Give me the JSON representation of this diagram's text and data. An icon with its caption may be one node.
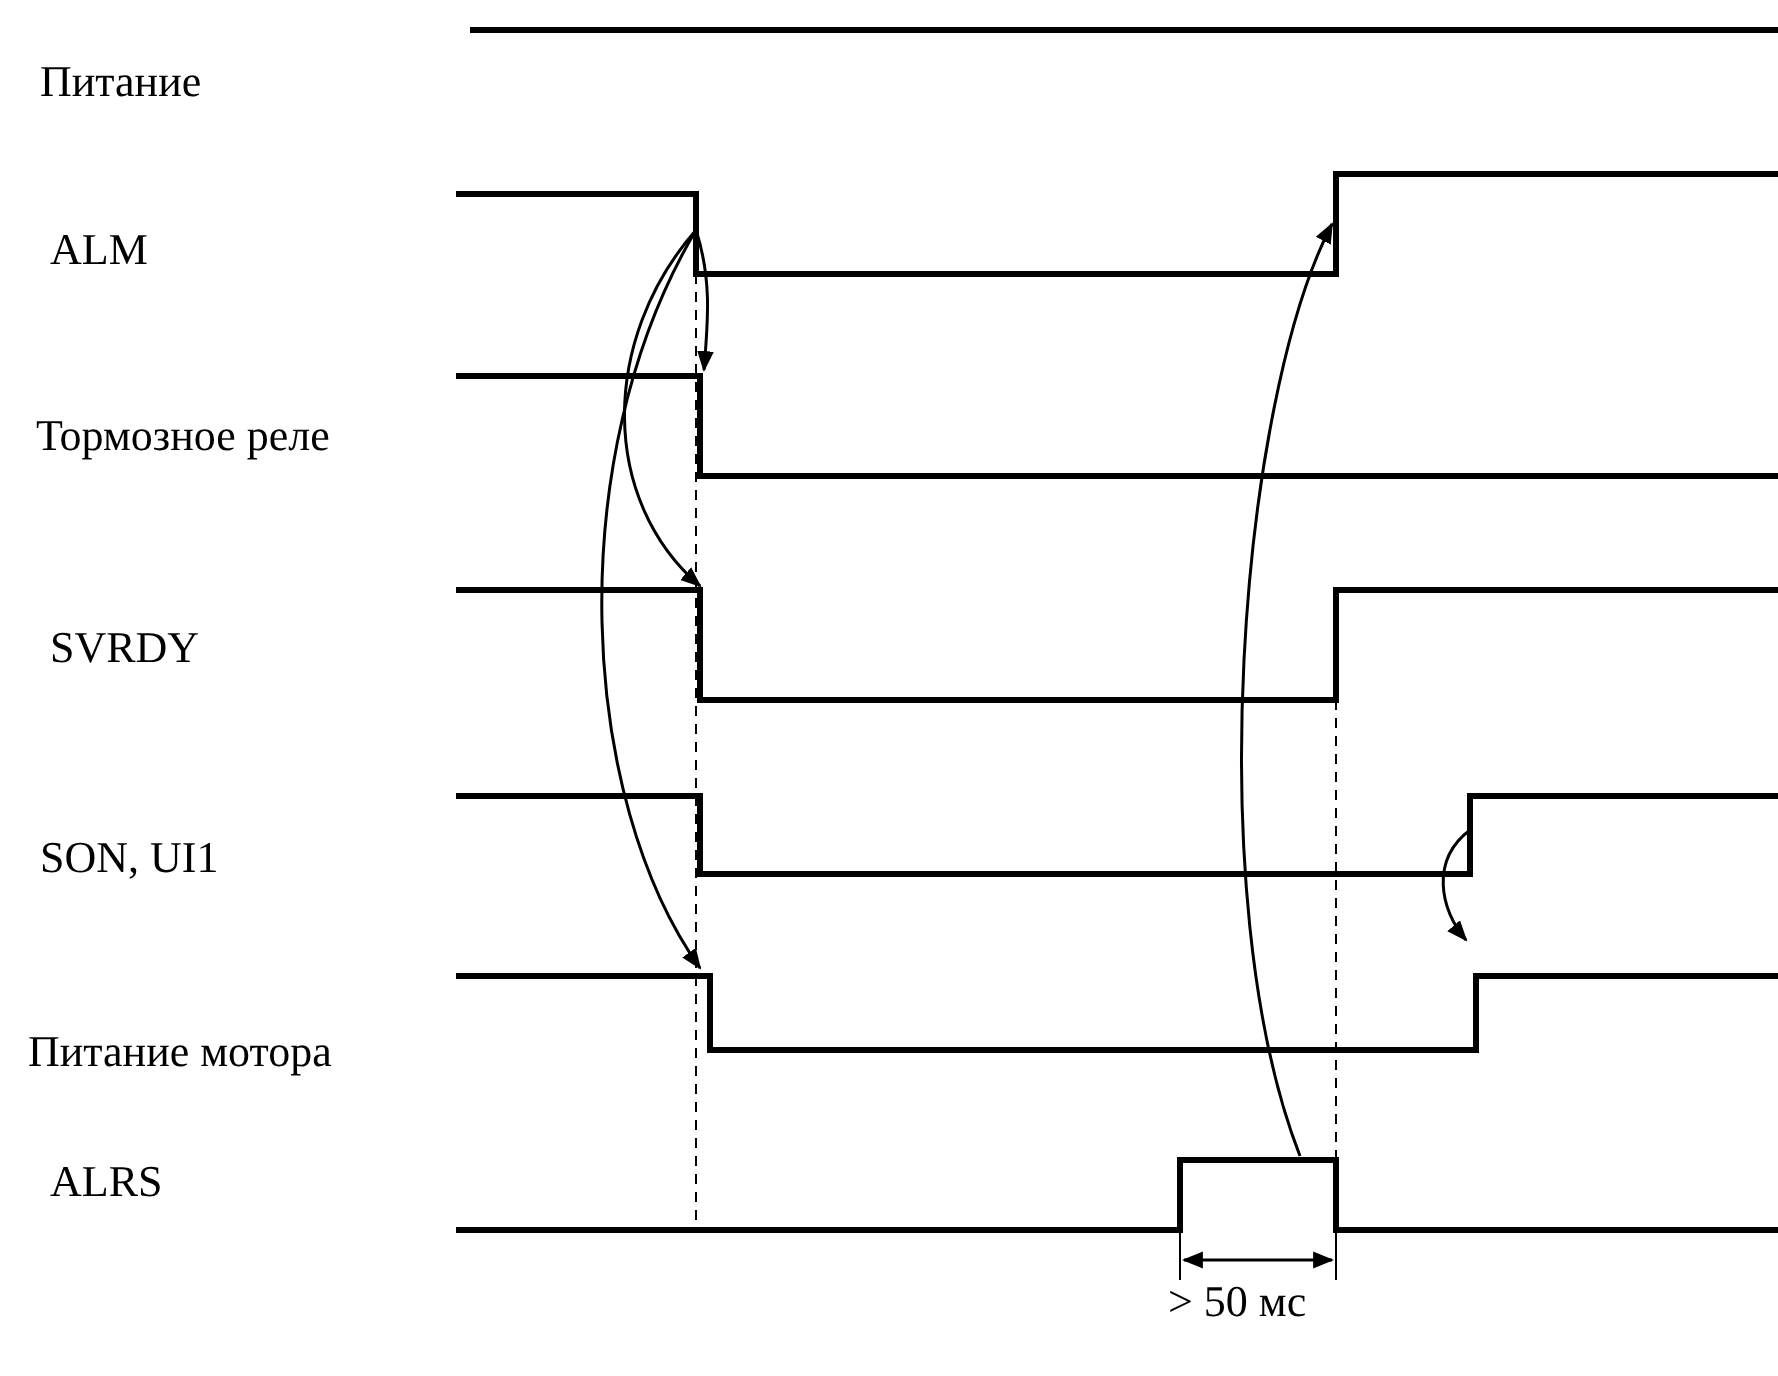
{
  "diagram": {
    "labels": [
      "Питание",
      "ALM",
      "Тормозное реле",
      "SVRDY",
      "SON, UI1",
      "Питание мотора",
      "ALRS",
      "> 50 мс"
    ]
  }
}
